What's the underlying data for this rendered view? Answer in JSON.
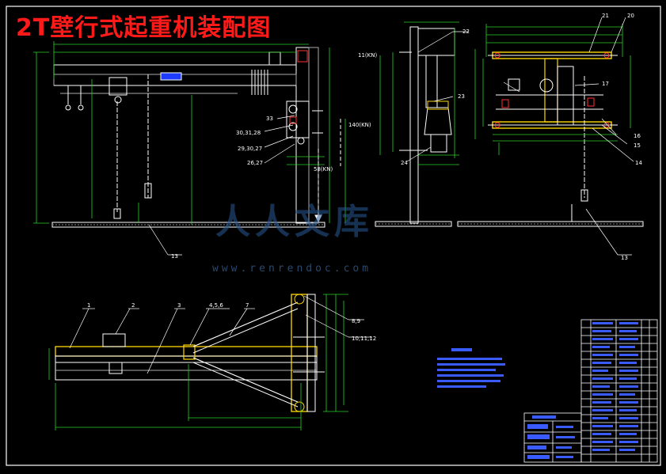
{
  "title": "2T壁行式起重机装配图",
  "watermark": {
    "text": "人人文库",
    "url": "www.renrendoc.com"
  },
  "callouts": {
    "n1": "1",
    "n2": "2",
    "n3": "3",
    "n4": "4,5,6",
    "n7": "7",
    "n89": "8,9",
    "n1012": "10,11,12",
    "n13a": "13",
    "n13b": "13",
    "n14": "14",
    "n15": "15",
    "n16": "16",
    "n17": "17",
    "n20": "20",
    "n21": "21",
    "n22": "22",
    "n23": "23",
    "n24": "24",
    "n2627": "26,27",
    "n2930": "29,30,27",
    "n3031": "30,31,28",
    "n33": "33"
  },
  "loads": {
    "l1": "11(KN)",
    "l2": "140(KN)",
    "l3": "58(KN)"
  },
  "colors": {
    "background": "#000000",
    "line": "#ffffff",
    "dim": "#29d129",
    "title": "#ff1a1a",
    "highlight": "#ffd700",
    "accent": "#1e3cff"
  }
}
